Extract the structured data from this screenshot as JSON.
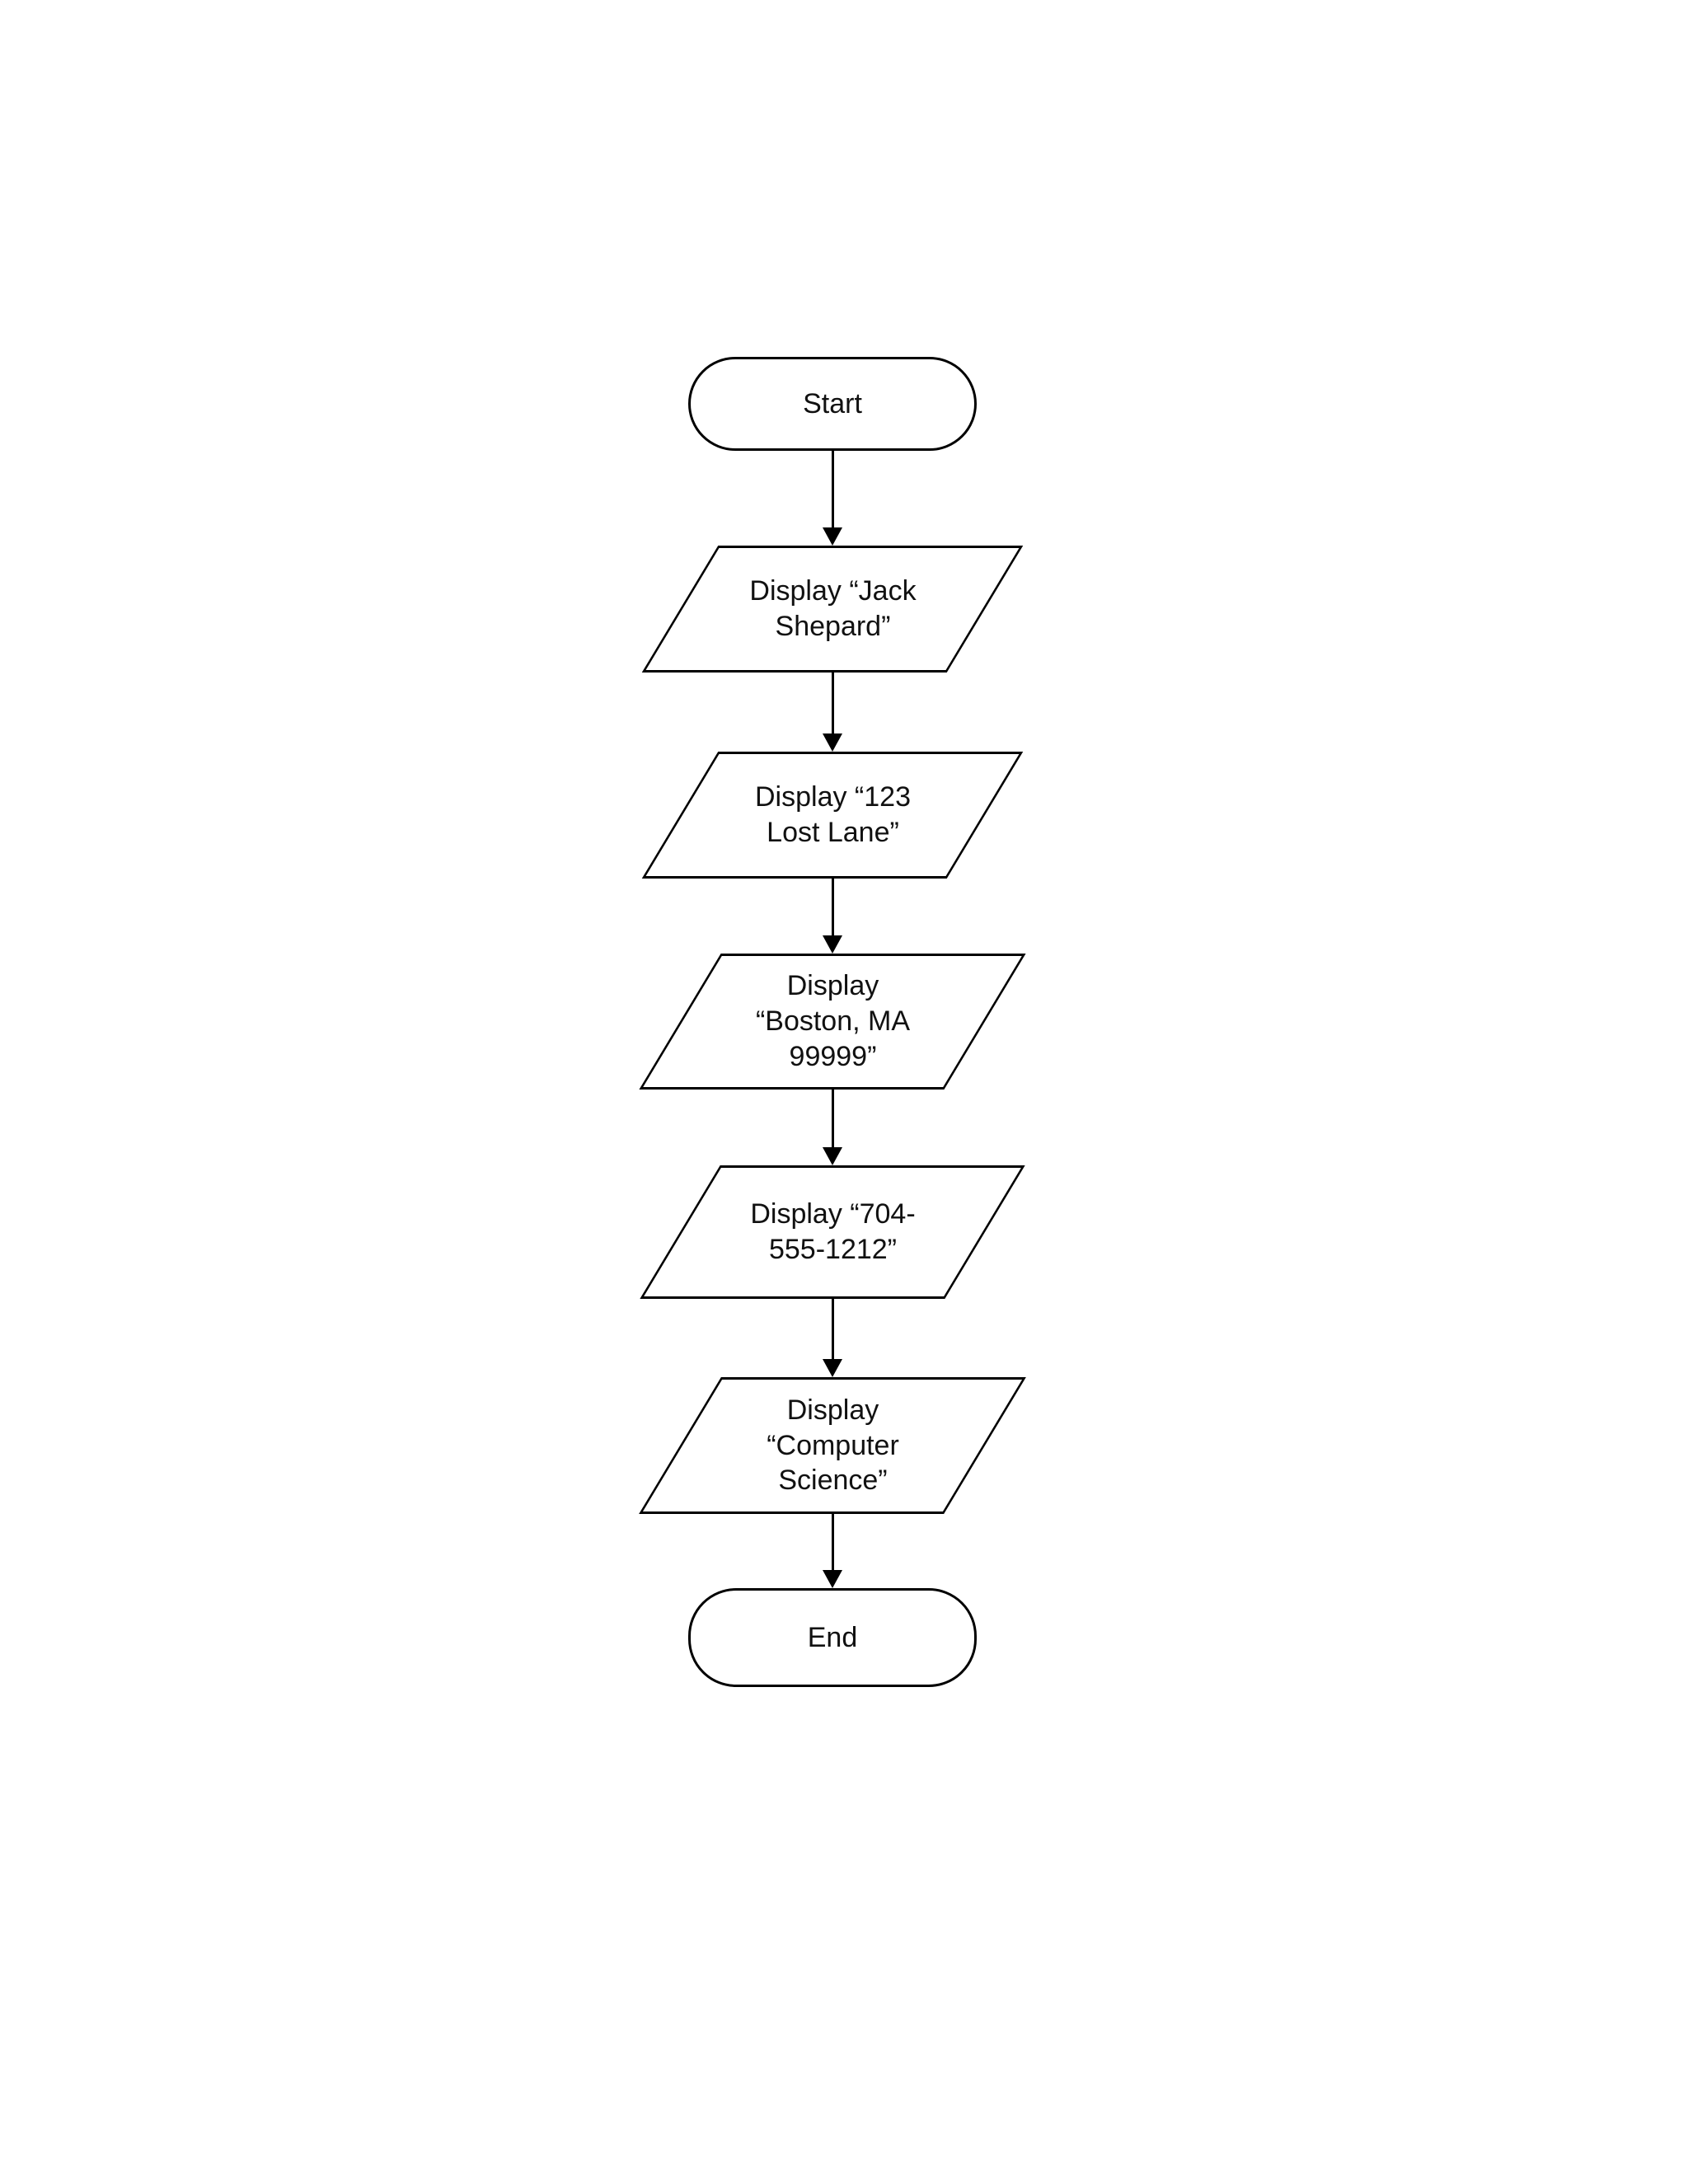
{
  "flowchart": {
    "type": "flowchart",
    "background_color": "#ffffff",
    "stroke_color": "#000000",
    "text_color": "#111111",
    "nodes": [
      {
        "id": "start",
        "shape": "terminator",
        "label": "Start"
      },
      {
        "id": "display-name",
        "shape": "parallelogram",
        "label": "Display “Jack\nShepard”"
      },
      {
        "id": "display-street",
        "shape": "parallelogram",
        "label": "Display “123\nLost Lane”"
      },
      {
        "id": "display-city-zip",
        "shape": "parallelogram",
        "label": "Display\n“Boston, MA\n99999”"
      },
      {
        "id": "display-phone",
        "shape": "parallelogram",
        "label": "Display “704-\n555-1212”"
      },
      {
        "id": "display-major",
        "shape": "parallelogram",
        "label": "Display\n“Computer\nScience”"
      },
      {
        "id": "end",
        "shape": "terminator",
        "label": "End"
      }
    ],
    "edges": [
      {
        "from": "start",
        "to": "display-name"
      },
      {
        "from": "display-name",
        "to": "display-street"
      },
      {
        "from": "display-street",
        "to": "display-city-zip"
      },
      {
        "from": "display-city-zip",
        "to": "display-phone"
      },
      {
        "from": "display-phone",
        "to": "display-major"
      },
      {
        "from": "display-major",
        "to": "end"
      }
    ]
  }
}
